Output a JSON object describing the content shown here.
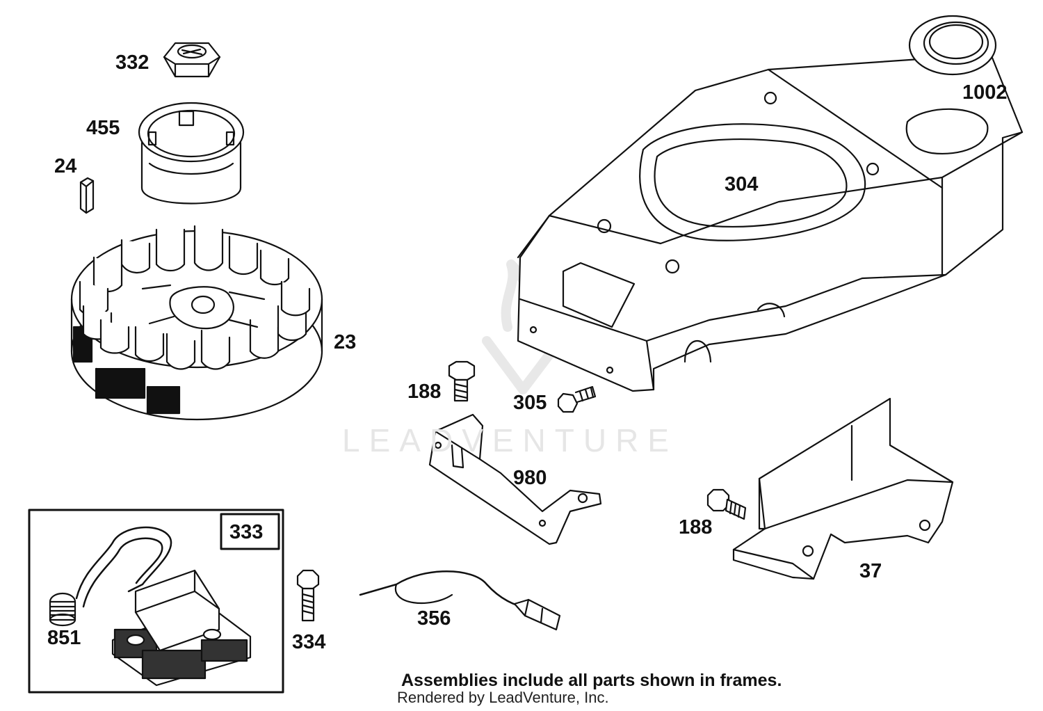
{
  "parts": {
    "p332": "332",
    "p455": "455",
    "p24": "24",
    "p23": "23",
    "p304": "304",
    "p1002": "1002",
    "p188a": "188",
    "p305": "305",
    "p980": "980",
    "p188b": "188",
    "p37": "37",
    "p333": "333",
    "p851": "851",
    "p334": "334",
    "p356": "356"
  },
  "watermark": "LEADVENTURE",
  "footer": {
    "note": "Assemblies include all parts shown in frames.",
    "credit": "Rendered by LeadVenture, Inc."
  },
  "colors": {
    "ink": "#111111",
    "watermark": "#e6e6e6",
    "background": "#ffffff"
  }
}
